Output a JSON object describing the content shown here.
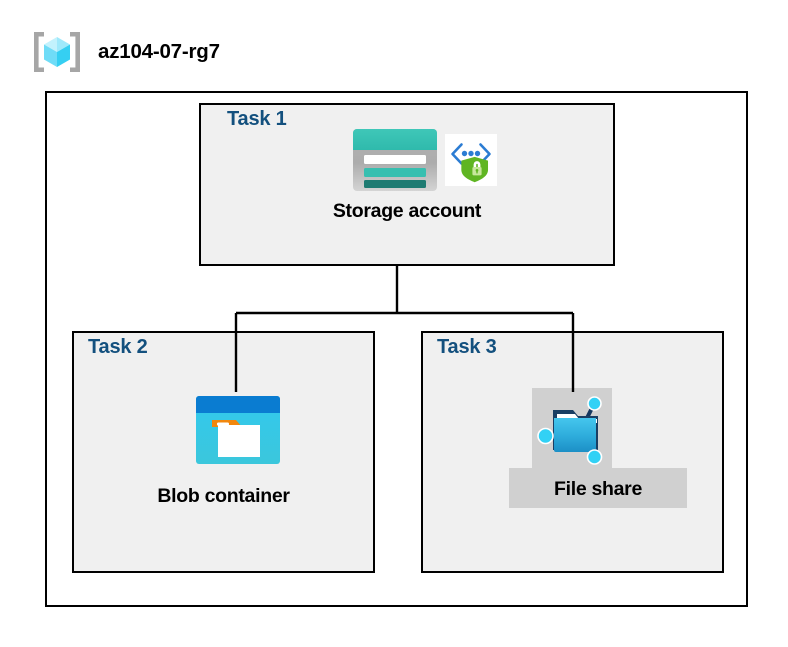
{
  "diagram": {
    "type": "azure-resource-hierarchy",
    "background_color": "#ffffff",
    "resource_group": {
      "name": "az104-07-rg7",
      "icon": "azure-resource-group-cube-icon",
      "border_color": "#000000",
      "fill_color": "#ffffff"
    },
    "tasks": [
      {
        "id": "task1",
        "label": "Task 1",
        "label_color": "#13507E",
        "fill_color": "#f0f0f0",
        "border_color": "#000000",
        "node": {
          "caption": "Storage account",
          "icons": [
            "azure-storage-account-icon",
            "secure-endpoint-shield-lock-icon"
          ],
          "highlighted": false
        }
      },
      {
        "id": "task2",
        "label": "Task 2",
        "label_color": "#13507E",
        "fill_color": "#f0f0f0",
        "border_color": "#000000",
        "node": {
          "caption": "Blob container",
          "icons": [
            "azure-blob-container-icon"
          ],
          "highlighted": false
        }
      },
      {
        "id": "task3",
        "label": "Task 3",
        "label_color": "#13507E",
        "fill_color": "#f0f0f0",
        "border_color": "#000000",
        "node": {
          "caption": "File share",
          "icons": [
            "azure-file-share-icon"
          ],
          "highlighted": true,
          "highlight_color": "#d0d0d0"
        }
      }
    ],
    "connections": [
      {
        "from": "task1",
        "to": "task2",
        "style": "orthogonal",
        "color": "#000000"
      },
      {
        "from": "task1",
        "to": "task3",
        "style": "orthogonal",
        "color": "#000000"
      }
    ],
    "palette": {
      "azure_blue": "#0078D4",
      "cyan": "#32C8EE",
      "teal": "#37BFB0",
      "dark_teal": "#1E7B72",
      "green": "#5FB522",
      "navy_label": "#13507E",
      "gray_fill": "#f0f0f0",
      "highlight_gray": "#d0d0d0"
    }
  }
}
